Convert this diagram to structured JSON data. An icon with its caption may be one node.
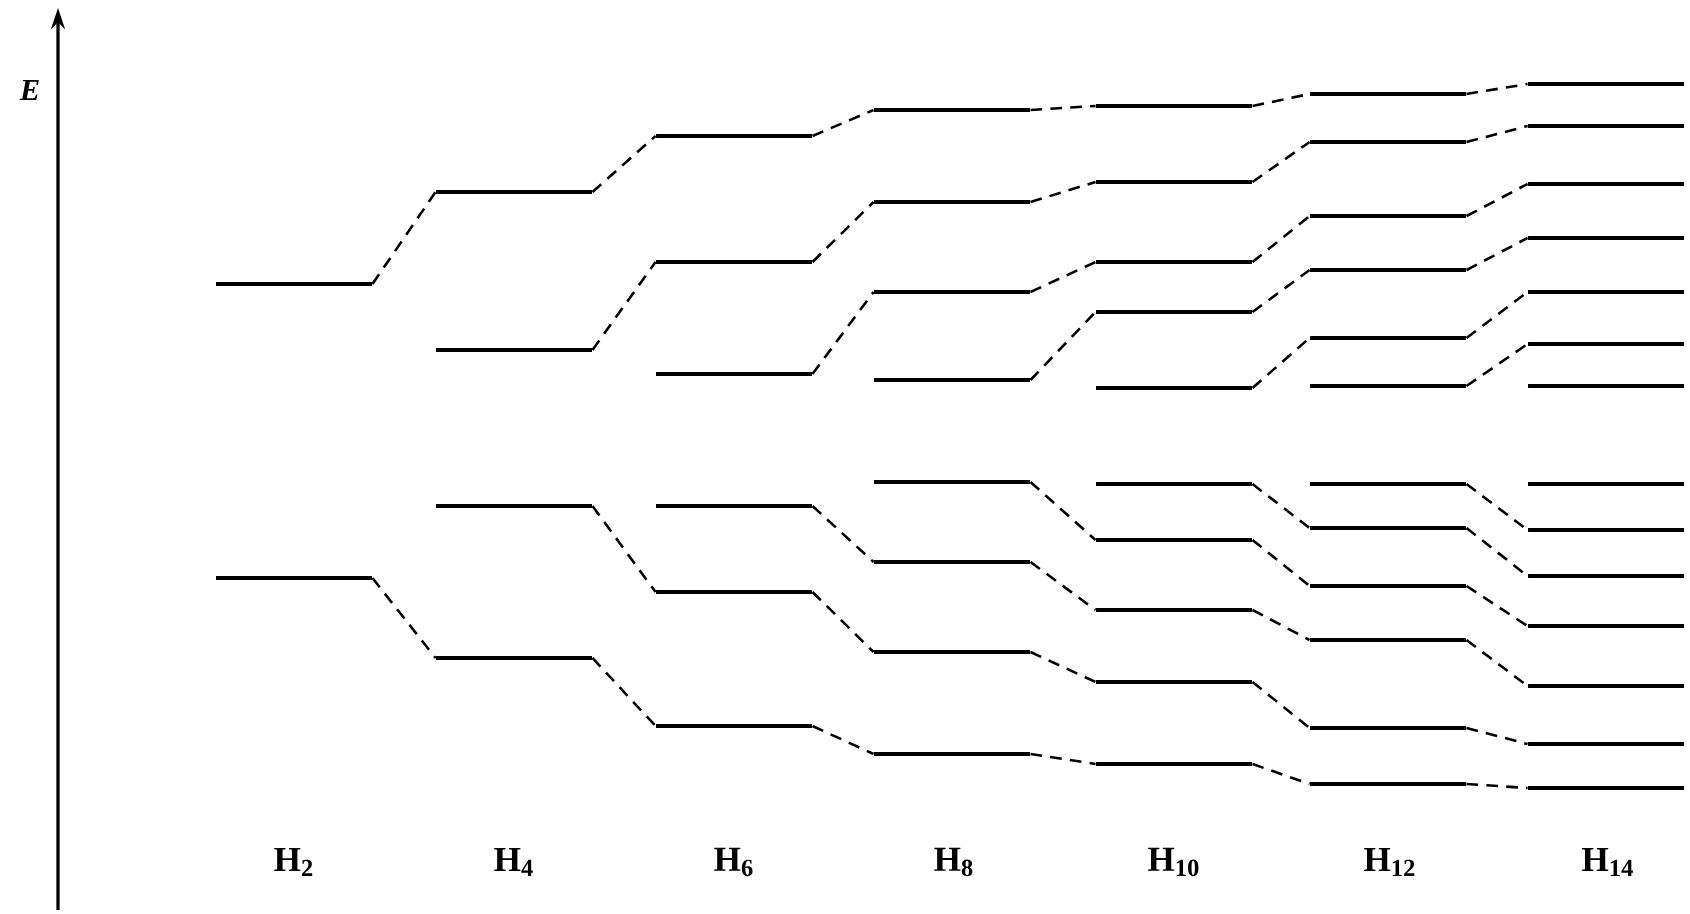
{
  "diagram": {
    "nodes": [
      {
        "text": [],
        "shape": "bar"
      },
      {
        "text": [],
        "shape": "bar"
      },
      {
        "text": [],
        "shape": "bar"
      },
      {
        "text": [],
        "shape": "bar"
      },
      {
        "text": [],
        "shape": "bar"
      },
      {
        "text": [],
        "shape": "bar"
      },
      {
        "text": [],
        "shape": "bar"
      },
      {
        "text": [],
        "shape": "bar"
      },
      {
        "text": [],
        "shape": "bar"
      },
      {
        "text": [],
        "shape": "bar"
      },
      {
        "text": [],
        "shape": "bar"
      },
      {
        "text": [],
        "shape": "bar"
      },
      {
        "text": [],
        "shape": "bar"
      },
      {
        "text": [],
        "shape": "bar"
      },
      {
        "text": [],
        "shape": "bar"
      },
      {
        "text": [],
        "shape": "bar"
      },
      {
        "text": [],
        "shape": "bar"
      },
      {
        "text": [],
        "shape": "bar"
      },
      {
        "text": [],
        "shape": "bar"
      },
      {
        "text": [],
        "shape": "bar"
      },
      {
        "text": [],
        "shape": "bar"
      },
      {
        "text": [],
        "shape": "bar"
      },
      {
        "text": [],
        "shape": "bar"
      },
      {
        "text": [],
        "shape": "bar"
      },
      {
        "text": [],
        "shape": "bar"
      },
      {
        "text": [],
        "shape": "bar"
      },
      {
        "text": [],
        "shape": "bar"
      },
      {
        "text": [],
        "shape": "bar"
      },
      {
        "text": [],
        "shape": "bar"
      },
      {
        "text": [],
        "shape": "bar"
      },
      {
        "text": [],
        "shape": "bar"
      },
      {
        "text": [],
        "shape": "bar"
      },
      {
        "text": [],
        "shape": "bar"
      },
      {
        "text": [],
        "shape": "bar"
      },
      {
        "text": [],
        "shape": "bar"
      },
      {
        "text": [],
        "shape": "bar"
      },
      {
        "text": [],
        "shape": "bar"
      },
      {
        "text": [],
        "shape": "bar"
      },
      {
        "text": [],
        "shape": "bar"
      },
      {
        "text": [],
        "shape": "bar"
      },
      {
        "text": [],
        "shape": "bar"
      },
      {
        "text": [],
        "shape": "bar"
      },
      {
        "text": [],
        "shape": "bar"
      },
      {
        "text": [],
        "shape": "bar"
      },
      {
        "text": [],
        "shape": "bar"
      },
      {
        "text": [],
        "shape": "bar"
      },
      {
        "text": [],
        "shape": "bar"
      },
      {
        "text": [],
        "shape": "bar"
      },
      {
        "text": [],
        "shape": "bar"
      },
      {
        "text": [],
        "shape": "bar"
      },
      {
        "text": [],
        "shape": "bar"
      },
      {
        "text": [],
        "shape": "bar"
      },
      {
        "text": [],
        "shape": "bar"
      },
      {
        "text": [],
        "shape": "bar"
      },
      {
        "text": [],
        "shape": "bar"
      },
      {
        "text": [],
        "shape": "bar"
      }
    ],
    "edges": [
      {
        "from": 0,
        "to": 2,
        "arrow": "none",
        "style": "dashed"
      },
      {
        "from": 1,
        "to": 5,
        "arrow": "none",
        "style": "dashed"
      },
      {
        "from": 2,
        "to": 6,
        "arrow": "none",
        "style": "dashed"
      },
      {
        "from": 3,
        "to": 7,
        "arrow": "none",
        "style": "dashed"
      },
      {
        "from": 4,
        "to": 10,
        "arrow": "none",
        "style": "dashed"
      },
      {
        "from": 5,
        "to": 11,
        "arrow": "none",
        "style": "dashed"
      },
      {
        "from": 6,
        "to": 12,
        "arrow": "none",
        "style": "dashed"
      },
      {
        "from": 7,
        "to": 13,
        "arrow": "none",
        "style": "dashed"
      },
      {
        "from": 8,
        "to": 14,
        "arrow": "none",
        "style": "dashed"
      },
      {
        "from": 9,
        "to": 17,
        "arrow": "none",
        "style": "dashed"
      },
      {
        "from": 10,
        "to": 18,
        "arrow": "none",
        "style": "dashed"
      },
      {
        "from": 11,
        "to": 19,
        "arrow": "none",
        "style": "dashed"
      },
      {
        "from": 12,
        "to": 20,
        "arrow": "none",
        "style": "dashed"
      },
      {
        "from": 13,
        "to": 21,
        "arrow": "none",
        "style": "dashed"
      },
      {
        "from": 14,
        "to": 22,
        "arrow": "none",
        "style": "dashed"
      },
      {
        "from": 15,
        "to": 23,
        "arrow": "none",
        "style": "dashed"
      },
      {
        "from": 16,
        "to": 26,
        "arrow": "none",
        "style": "dashed"
      },
      {
        "from": 17,
        "to": 27,
        "arrow": "none",
        "style": "dashed"
      },
      {
        "from": 18,
        "to": 28,
        "arrow": "none",
        "style": "dashed"
      },
      {
        "from": 19,
        "to": 29,
        "arrow": "none",
        "style": "dashed"
      },
      {
        "from": 20,
        "to": 30,
        "arrow": "none",
        "style": "dashed"
      },
      {
        "from": 21,
        "to": 31,
        "arrow": "none",
        "style": "dashed"
      },
      {
        "from": 22,
        "to": 32,
        "arrow": "none",
        "style": "dashed"
      },
      {
        "from": 23,
        "to": 33,
        "arrow": "none",
        "style": "dashed"
      },
      {
        "from": 24,
        "to": 34,
        "arrow": "none",
        "style": "dashed"
      },
      {
        "from": 25,
        "to": 37,
        "arrow": "none",
        "style": "dashed"
      },
      {
        "from": 26,
        "to": 38,
        "arrow": "none",
        "style": "dashed"
      },
      {
        "from": 27,
        "to": 39,
        "arrow": "none",
        "style": "dashed"
      },
      {
        "from": 28,
        "to": 40,
        "arrow": "none",
        "style": "dashed"
      },
      {
        "from": 29,
        "to": 41,
        "arrow": "none",
        "style": "dashed"
      },
      {
        "from": 30,
        "to": 42,
        "arrow": "none",
        "style": "dashed"
      },
      {
        "from": 31,
        "to": 43,
        "arrow": "none",
        "style": "dashed"
      },
      {
        "from": 32,
        "to": 44,
        "arrow": "none",
        "style": "dashed"
      },
      {
        "from": 33,
        "to": 45,
        "arrow": "none",
        "style": "dashed"
      },
      {
        "from": 34,
        "to": 46,
        "arrow": "none",
        "style": "dashed"
      },
      {
        "from": 35,
        "to": 47,
        "arrow": "none",
        "style": "dashed"
      },
      {
        "from": 36,
        "to": 50,
        "arrow": "none",
        "style": "dashed"
      },
      {
        "from": 37,
        "to": 51,
        "arrow": "none",
        "style": "dashed"
      },
      {
        "from": 38,
        "to": 52,
        "arrow": "none",
        "style": "dashed"
      },
      {
        "from": 39,
        "to": 53,
        "arrow": "none",
        "style": "dashed"
      },
      {
        "from": 40,
        "to": 54,
        "arrow": "none",
        "style": "dashed"
      },
      {
        "from": 41,
        "to": 55,
        "arrow": "none",
        "style": "dashed"
      }
    ],
    "labels": [
      "E",
      "H$_{2}$",
      "H$_{4}$",
      "H$_{6}$",
      "H$_{8}$",
      "H$_{10}$",
      "H$_{12}$",
      "H$_{14}$"
    ]
  }
}
